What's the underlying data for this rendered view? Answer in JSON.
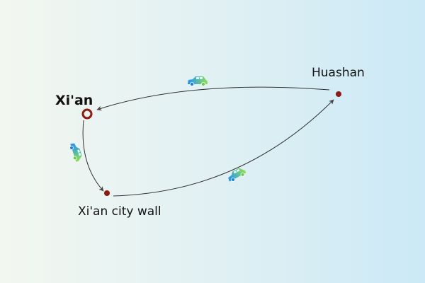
{
  "nodes": {
    "xian": {
      "label": "Xi'an",
      "style": "start"
    },
    "city_wall": {
      "label": "Xi'an city wall",
      "style": "stop"
    },
    "huashan": {
      "label": "Huashan",
      "style": "stop"
    }
  },
  "edges": [
    {
      "from": "Xi'an",
      "to": "Xi'an city wall",
      "mode": "car"
    },
    {
      "from": "Xi'an city wall",
      "to": "Huashan",
      "mode": "car"
    },
    {
      "from": "Huashan",
      "to": "Xi'an",
      "mode": "car"
    }
  ],
  "colors": {
    "node": "#8b1a10",
    "edge": "#333333",
    "car_start": "#1e90ff",
    "car_end": "#7ee04a"
  }
}
